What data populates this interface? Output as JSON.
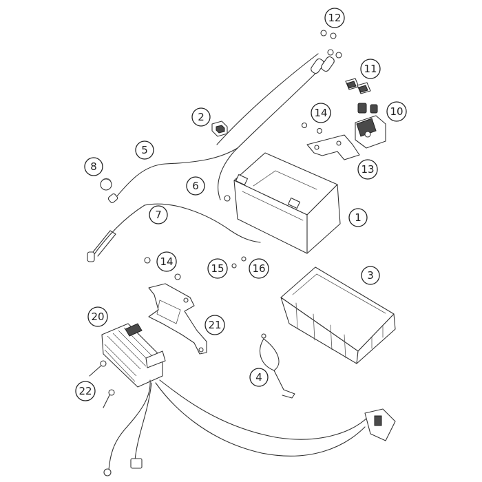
{
  "diagram": {
    "callouts": [
      {
        "id": "1",
        "label": "1"
      },
      {
        "id": "2",
        "label": "2"
      },
      {
        "id": "3",
        "label": "3"
      },
      {
        "id": "4",
        "label": "4"
      },
      {
        "id": "5",
        "label": "5"
      },
      {
        "id": "6",
        "label": "6"
      },
      {
        "id": "7",
        "label": "7"
      },
      {
        "id": "8",
        "label": "8"
      },
      {
        "id": "10",
        "label": "10"
      },
      {
        "id": "11",
        "label": "11"
      },
      {
        "id": "12",
        "label": "12"
      },
      {
        "id": "13",
        "label": "13"
      },
      {
        "id": "14a",
        "label": "14"
      },
      {
        "id": "14b",
        "label": "14"
      },
      {
        "id": "15",
        "label": "15"
      },
      {
        "id": "16",
        "label": "16"
      },
      {
        "id": "20",
        "label": "20"
      },
      {
        "id": "21",
        "label": "21"
      },
      {
        "id": "22",
        "label": "22"
      }
    ],
    "colors": {
      "line": "#333333",
      "background": "#ffffff",
      "shading": "#4a4a4a"
    }
  }
}
